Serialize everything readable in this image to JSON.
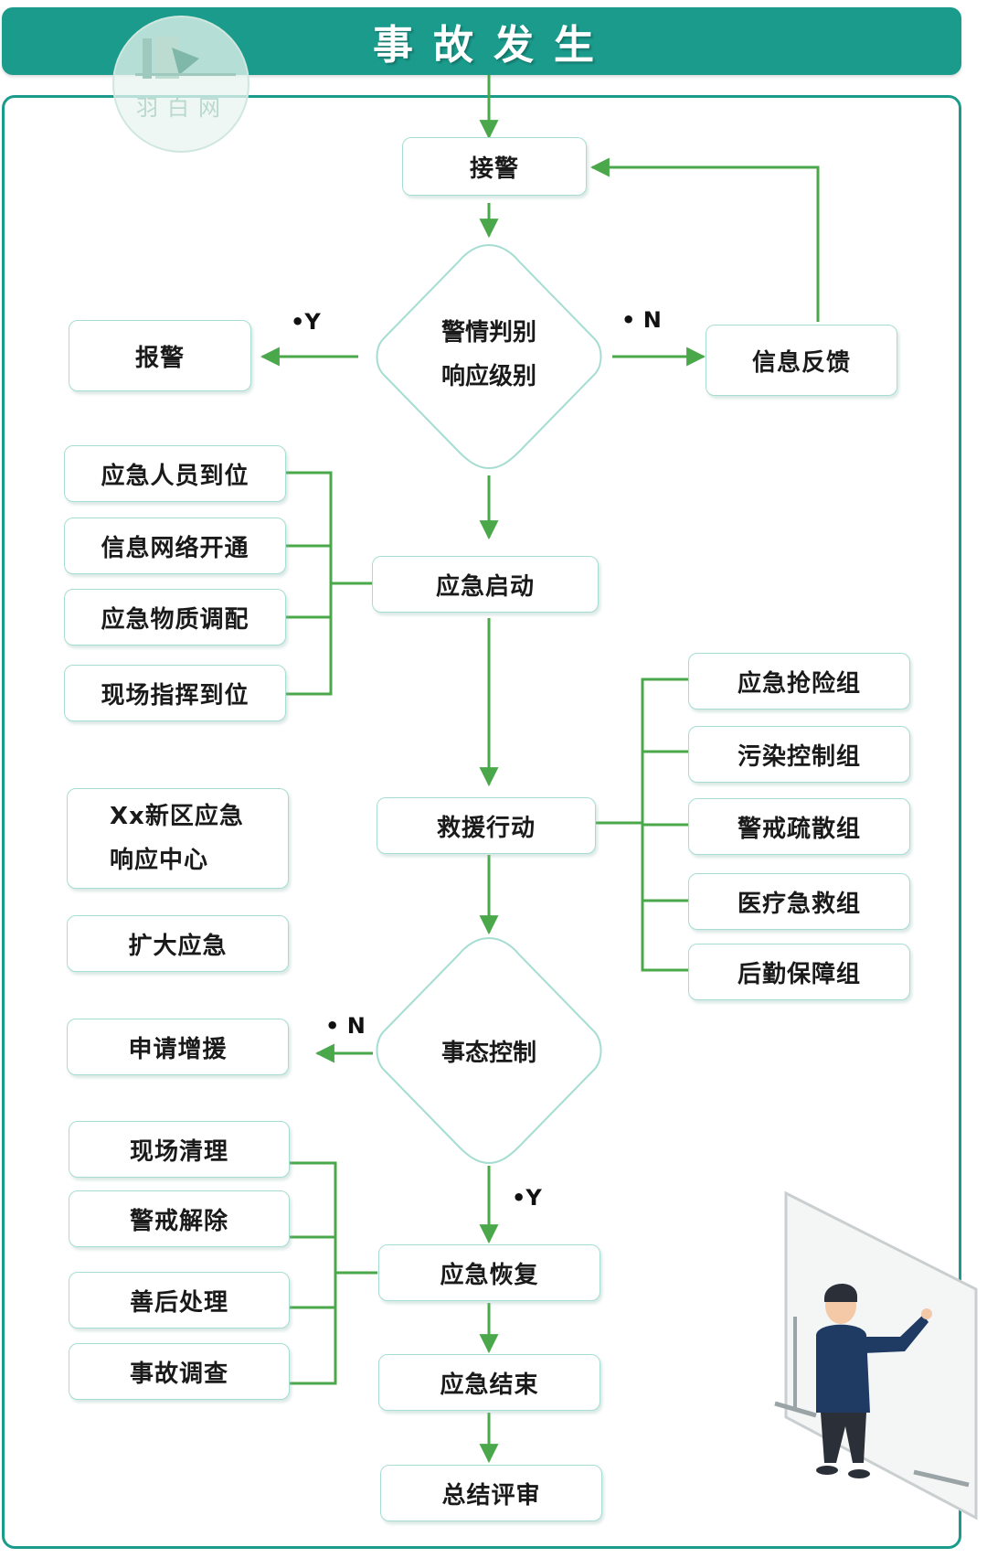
{
  "header": {
    "title": "事故发生"
  },
  "watermark": {
    "text": "羽白网"
  },
  "nodes": {
    "jiejing": "接警",
    "judge_line1": "警情判别",
    "judge_line2": "响应级别",
    "baojing": "报警",
    "xinxi_fankui": "信息反馈",
    "yingji_qidong": "应急启动",
    "renyuan": "应急人员到位",
    "wangluo": "信息网络开通",
    "wuzhi": "应急物质调配",
    "zhihui": "现场指挥到位",
    "jiuyuan": "救援行动",
    "qiangxian": "应急抢险组",
    "wuran": "污染控制组",
    "shusan": "警戒疏散组",
    "yiliao": "医疗急救组",
    "houqin": "后勤保障组",
    "center_line1": "Xx新区应急",
    "center_line2": "响应中心",
    "kuoda": "扩大应急",
    "shitai": "事态控制",
    "zengyuan": "申请增援",
    "qingli": "现场清理",
    "jiechu": "警戒解除",
    "shanhou": "善后处理",
    "diaocha": "事故调查",
    "huifu": "应急恢复",
    "jieshu": "应急结束",
    "pingshen": "总结评审"
  },
  "labels": {
    "y1": "•Y",
    "n1": "• N",
    "n2": "• N",
    "y2": "•Y"
  },
  "colors": {
    "header": "#1a9b8c",
    "arrow": "#4aa84a",
    "node_border": "#a6ddd2"
  }
}
